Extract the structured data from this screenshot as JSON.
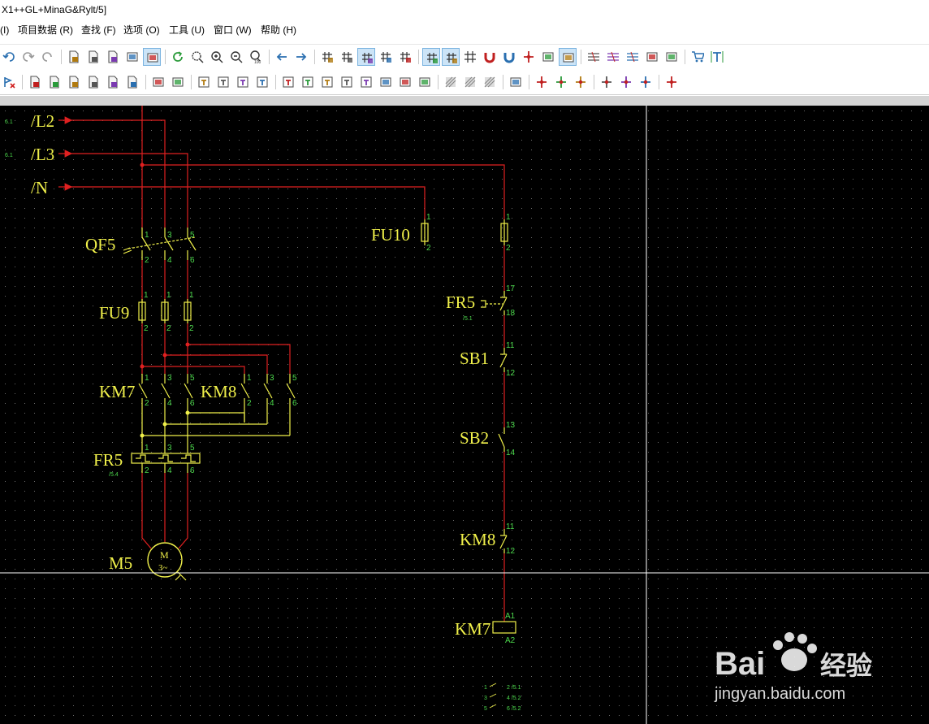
{
  "window": {
    "title": "X1++GL+MinaG&Rylt/5]"
  },
  "menu": [
    {
      "label": "(I)"
    },
    {
      "label": "项目数据 (R)"
    },
    {
      "label": "查找 (F)"
    },
    {
      "label": "选项 (O)"
    },
    {
      "label": "工具 (U)"
    },
    {
      "label": "窗口 (W)"
    },
    {
      "label": "帮助 (H)"
    }
  ],
  "toolbar1": [
    {
      "icon": "undo-icon",
      "active": false
    },
    {
      "icon": "redo-icon",
      "active": false
    },
    {
      "icon": "redo-alt-icon",
      "active": false
    },
    {
      "icon": "layout-icon",
      "active": false
    },
    {
      "icon": "page-icon",
      "active": false
    },
    {
      "icon": "check-page-icon",
      "active": false
    },
    {
      "icon": "table-icon",
      "active": false
    },
    {
      "icon": "monitor-icon",
      "active": true
    },
    {
      "icon": "refresh-icon",
      "active": false
    },
    {
      "icon": "zoom-window-icon",
      "active": false
    },
    {
      "icon": "zoom-in-icon",
      "active": false
    },
    {
      "icon": "zoom-out-icon",
      "active": false
    },
    {
      "icon": "zoom-100-icon",
      "active": false
    },
    {
      "icon": "arrow-left-icon",
      "active": false
    },
    {
      "icon": "arrow-right-icon",
      "active": false
    },
    {
      "icon": "grid-a-icon",
      "active": false
    },
    {
      "icon": "grid-b-icon",
      "active": false
    },
    {
      "icon": "grid-c-icon",
      "active": true
    },
    {
      "icon": "grid-d-icon",
      "active": false
    },
    {
      "icon": "grid-e-icon",
      "active": false
    },
    {
      "icon": "grid-snap-icon",
      "active": true
    },
    {
      "icon": "grid-point-icon",
      "active": true
    },
    {
      "icon": "crosshair-icon",
      "active": false
    },
    {
      "icon": "magnet-icon",
      "active": false
    },
    {
      "icon": "horseshoe-magnet-icon",
      "active": false
    },
    {
      "icon": "connect-icon",
      "active": false
    },
    {
      "icon": "image-icon",
      "active": false
    },
    {
      "icon": "ruler-icon",
      "active": true
    },
    {
      "icon": "wires-icon",
      "active": false
    },
    {
      "icon": "multi-wire-icon",
      "active": false
    },
    {
      "icon": "cable-icon",
      "active": false
    },
    {
      "icon": "node-icon",
      "active": false
    },
    {
      "icon": "select-frame-icon",
      "active": false
    },
    {
      "icon": "cart-icon",
      "active": false
    },
    {
      "icon": "text-icon",
      "active": false
    }
  ],
  "toolbar2": [
    {
      "icon": "delete-flag-icon",
      "active": false
    },
    {
      "icon": "copy-doc-icon",
      "active": false
    },
    {
      "icon": "new-doc-icon",
      "active": false
    },
    {
      "icon": "doc-props-icon",
      "active": false
    },
    {
      "icon": "doc-settings-icon",
      "active": false
    },
    {
      "icon": "doc-back-icon",
      "active": false
    },
    {
      "icon": "doc-forward-icon",
      "active": false
    },
    {
      "icon": "macro-icon",
      "active": false
    },
    {
      "icon": "symbol-icon",
      "active": false
    },
    {
      "icon": "device-a-icon",
      "active": false
    },
    {
      "icon": "device-b-icon",
      "active": false
    },
    {
      "icon": "device-c-icon",
      "active": false
    },
    {
      "icon": "terminal-icon",
      "active": false
    },
    {
      "icon": "plug-a-icon",
      "active": false
    },
    {
      "icon": "plug-b-icon",
      "active": false
    },
    {
      "icon": "plug-c-icon",
      "active": false
    },
    {
      "icon": "plc-icon",
      "active": false
    },
    {
      "icon": "plc-io-icon",
      "active": false
    },
    {
      "icon": "bus-icon",
      "active": false
    },
    {
      "icon": "potential-icon",
      "active": false
    },
    {
      "icon": "break-icon",
      "active": false
    },
    {
      "icon": "hatch-icon",
      "active": false
    },
    {
      "icon": "hatch-b-icon",
      "active": false
    },
    {
      "icon": "hatch-c-icon",
      "active": false
    },
    {
      "icon": "ground-icon",
      "active": false
    },
    {
      "icon": "conn-a-icon",
      "active": false
    },
    {
      "icon": "conn-b-icon",
      "active": false
    },
    {
      "icon": "conn-c-icon",
      "active": false
    },
    {
      "icon": "angle-a-icon",
      "active": false
    },
    {
      "icon": "angle-b-icon",
      "active": false
    },
    {
      "icon": "angle-c-icon",
      "active": false
    },
    {
      "icon": "branch-icon",
      "active": false
    }
  ],
  "schematic": {
    "rail_labels": [
      "/L2",
      "/L3",
      "/N"
    ],
    "rail_refs": [
      "6.1",
      "6.1",
      ""
    ],
    "devices": {
      "QF5": "QF5",
      "FU9": "FU9",
      "KM7": "KM7",
      "KM8": "KM8",
      "FR5_main": "FR5",
      "M5": "M5",
      "FU10": "FU10",
      "FR5_ctrl": "FR5",
      "SB1": "SB1",
      "SB2": "SB2",
      "KM8_ctrl": "KM8",
      "KM7_coil": "KM7"
    },
    "refs": {
      "fr5_main": "/5.4",
      "fr5_ctrl": "/5.1"
    },
    "motor_text": {
      "line1": "M",
      "line2": "3~"
    },
    "pins": {
      "main_top": [
        "1",
        "3",
        "5"
      ],
      "main_bot": [
        "2",
        "4",
        "6"
      ],
      "fu10": [
        "1",
        "2"
      ],
      "fu_ctrl": [
        "1",
        "2"
      ],
      "fr5_ctrl": [
        "17",
        "18"
      ],
      "sb1": [
        "11",
        "12"
      ],
      "sb2": [
        "13",
        "14"
      ],
      "km8_ctrl": [
        "11",
        "12"
      ],
      "coil": [
        "A1",
        "A2"
      ]
    },
    "contact_ref": [
      {
        "left": "1",
        "right": "2 /5.1"
      },
      {
        "left": "3",
        "right": "4 /5.2"
      },
      {
        "left": "5",
        "right": "6 /5.2"
      }
    ]
  },
  "watermark": {
    "brand": "Bai",
    "brand2": "经验",
    "url": "jingyan.baidu.com"
  },
  "colors": {
    "wire": "#e02020",
    "label": "#f0f04a",
    "pin": "#4cd94c",
    "canvas": "#000000",
    "cursor": "#ffffff"
  }
}
